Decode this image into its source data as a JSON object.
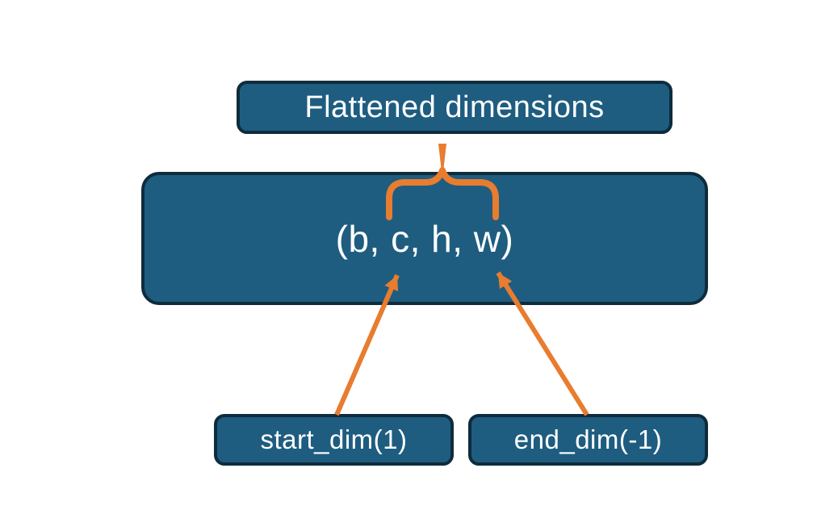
{
  "diagram": {
    "boxes": {
      "flattened": {
        "label": "Flattened dimensions"
      },
      "tensor": {
        "label": "(b, c, h, w)"
      },
      "start_dim": {
        "label": "start_dim(1)"
      },
      "end_dim": {
        "label": "end_dim(-1)"
      }
    },
    "connectors": {
      "brace": "brace spanning c..w linking to Flattened dimensions",
      "arrow_start": "arrow from start_dim(1) to c",
      "arrow_end": "arrow from end_dim(-1) to w"
    },
    "colors": {
      "box_fill": "#1e5d80",
      "box_border": "#0f2c3c",
      "connector": "#e87c2f",
      "text": "#ffffff",
      "background": "#ffffff"
    }
  }
}
